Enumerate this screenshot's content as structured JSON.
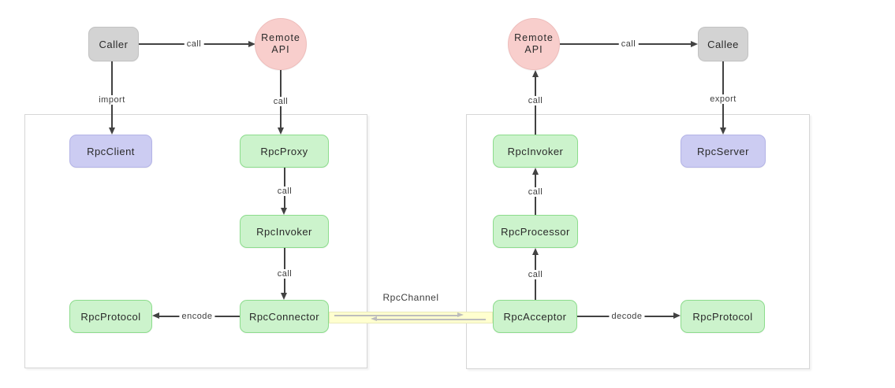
{
  "diagram": {
    "type": "rpc-architecture-diagram",
    "colors": {
      "node_green_fill": "#ccf3cc",
      "node_green_border": "#8cdc8c",
      "node_lavender_fill": "#ccccf2",
      "node_lavender_border": "#b3b3e6",
      "node_pink_fill": "#f8cecc",
      "node_pink_border": "#eebdbb",
      "node_gray_fill": "#d3d3d3",
      "node_gray_border": "#c2c2c2",
      "channel_fill": "#ffffcf",
      "channel_border": "#e9e9bb",
      "edge_color": "#424242",
      "container_border": "#d6d6d6"
    },
    "nodes": {
      "caller": {
        "label": "Caller"
      },
      "remote_api_left": {
        "line1": "Remote",
        "line2": "API"
      },
      "remote_api_right": {
        "line1": "Remote",
        "line2": "API"
      },
      "callee": {
        "label": "Callee"
      },
      "rpc_client": {
        "label": "RpcClient"
      },
      "rpc_proxy": {
        "label": "RpcProxy"
      },
      "rpc_invoker_left": {
        "label": "RpcInvoker"
      },
      "rpc_connector": {
        "label": "RpcConnector"
      },
      "rpc_protocol_left": {
        "label": "RpcProtocol"
      },
      "rpc_invoker_right": {
        "label": "RpcInvoker"
      },
      "rpc_server": {
        "label": "RpcServer"
      },
      "rpc_processor": {
        "label": "RpcProcessor"
      },
      "rpc_acceptor": {
        "label": "RpcAcceptor"
      },
      "rpc_protocol_right": {
        "label": "RpcProtocol"
      }
    },
    "edges": {
      "caller_to_remote_api": {
        "label": "call"
      },
      "caller_to_rpc_client": {
        "label": "import"
      },
      "remote_api_to_rpc_proxy": {
        "label": "call"
      },
      "rpc_proxy_to_rpc_invoker": {
        "label": "call"
      },
      "rpc_invoker_to_rpc_connector": {
        "label": "call"
      },
      "rpc_connector_to_rpc_protocol": {
        "label": "encode"
      },
      "rpc_channel": {
        "label": "RpcChannel"
      },
      "rpc_acceptor_to_rpc_processor": {
        "label": "call"
      },
      "rpc_processor_to_rpc_invoker": {
        "label": "call"
      },
      "rpc_invoker_to_remote_api": {
        "label": "call"
      },
      "remote_api_to_callee": {
        "label": "call"
      },
      "callee_to_rpc_server": {
        "label": "export"
      },
      "rpc_acceptor_to_rpc_protocol": {
        "label": "decode"
      }
    }
  }
}
